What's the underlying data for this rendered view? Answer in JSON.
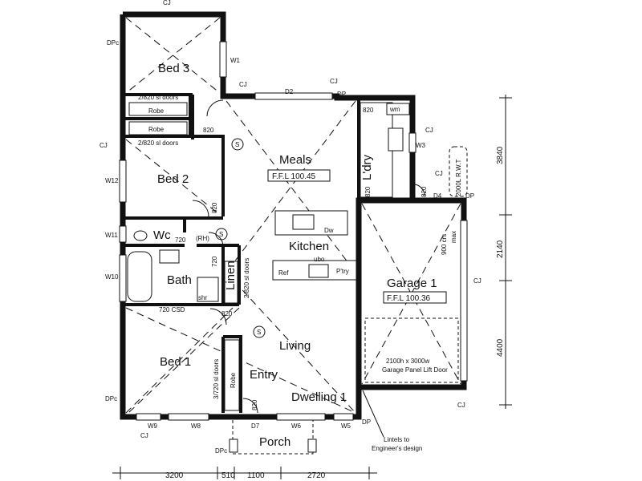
{
  "rooms": {
    "bed3": "Bed 3",
    "bed2": "Bed 2",
    "bed1": "Bed 1",
    "meals": "Meals",
    "meals_ffl": "F.F.L 100.45",
    "kitchen": "Kitchen",
    "bath": "Bath",
    "wc": "Wc",
    "linen": "Linen",
    "living": "Living",
    "entry": "Entry",
    "dwelling": "Dwelling 1",
    "porch": "Porch",
    "garage": "Garage 1",
    "garage_ffl": "F.F.L 100.36",
    "ldry": "L'dry",
    "robe": "Robe"
  },
  "annotations": {
    "sl_doors_2820": "2/820 sl doors",
    "sl_doors_3720": "3/720 sl doors",
    "sl_doors_2820_linen": "2/820 sl doors",
    "rh": "(RH)",
    "csd": "720 CSD",
    "shr": "shr",
    "ref": "Ref",
    "ubo": "ubo",
    "pantry": "P'try",
    "dw": "Dw",
    "wm": "wm",
    "rwt": "2000L R.W.T",
    "max": "max",
    "crs": "900 crs",
    "garage_door_1": "2100h x 3000w",
    "garage_door_2": "Garage Panel Lift Door",
    "lintels_1": "Lintels to",
    "lintels_2": "Engineer's design",
    "smoke": "S"
  },
  "door_widths": {
    "d_820": "820",
    "d_720": "720"
  },
  "tags": {
    "cj": "CJ",
    "dp": "DP",
    "dpc": "DPc",
    "w1": "W1",
    "w3": "W3",
    "w5": "W5",
    "w6": "W6",
    "w8": "W8",
    "w9": "W9",
    "w10": "W10",
    "w11": "W11",
    "w12": "W12",
    "d2": "D2",
    "d4": "D4",
    "d7": "D7"
  },
  "dimensions": {
    "bottom": [
      "3200",
      "510",
      "1100",
      "2720"
    ],
    "right": [
      "3840",
      "2140",
      "4400"
    ]
  }
}
